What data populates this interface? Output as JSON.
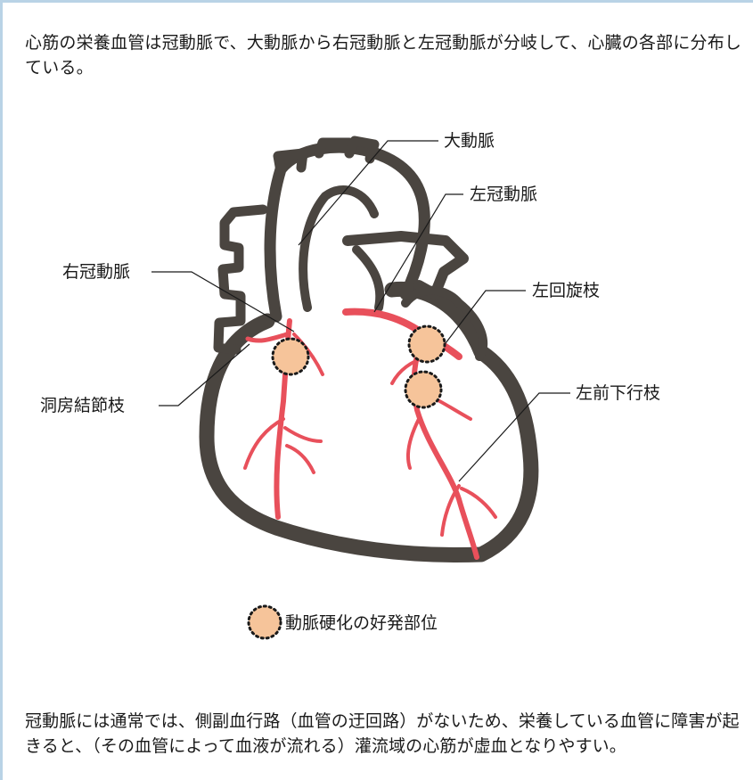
{
  "intro_text": "心筋の栄養血管は冠動脈で、大動脈から右冠動脈と左冠動脈が分岐して、心臓の各部に分布している。",
  "labels": {
    "aorta": "大動脈",
    "left_coronary": "左冠動脈",
    "right_coronary": "右冠動脈",
    "left_circumflex": "左回旋枝",
    "sinus_node_branch": "洞房結節枝",
    "lad": "左前下行枝"
  },
  "legend": {
    "label": "動脈硬化の好発部位"
  },
  "note_text": "冠動脈には通常では、側副血行路（血管の迂回路）がないため、栄養している血管に障害が起きると、（その血管によって血液が流れる）灌流域の心筋が虚血となりやすい。",
  "colors": {
    "outline": "#4a4540",
    "artery": "#e8505b",
    "site_fill": "#f6c49a",
    "frame": "#b9d3e6"
  }
}
